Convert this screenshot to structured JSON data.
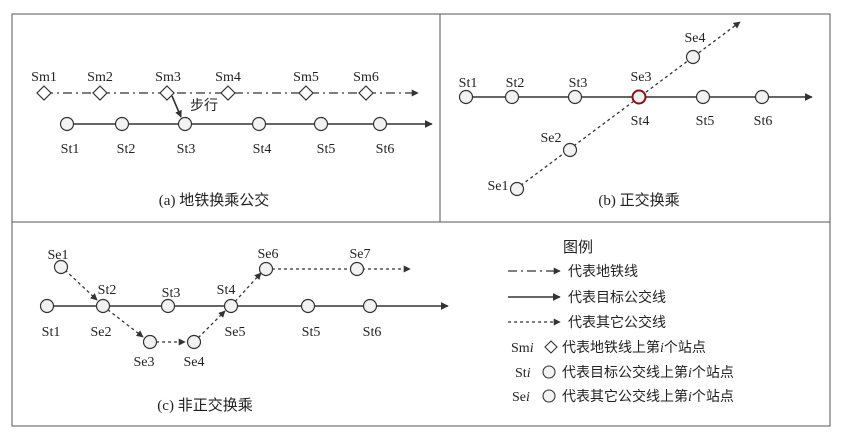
{
  "panel_a": {
    "caption": "(a) 地铁换乘公交",
    "metro_stations": [
      "Sm1",
      "Sm2",
      "Sm3",
      "Sm4",
      "Sm5",
      "Sm6"
    ],
    "bus_stations": [
      "St1",
      "St2",
      "St3",
      "St4",
      "St5",
      "St6"
    ],
    "walk_label": "步行"
  },
  "panel_b": {
    "caption": "(b) 正交换乘",
    "target_stations": [
      "St1",
      "St2",
      "St3",
      "St4",
      "St5",
      "St6"
    ],
    "other_stations": [
      "Se1",
      "Se2",
      "Se3",
      "Se4"
    ]
  },
  "panel_c": {
    "caption": "(c) 非正交换乘",
    "target_stations": [
      "St1",
      "St2",
      "St3",
      "St4",
      "St5",
      "St6"
    ],
    "other_stations": [
      "Se1",
      "Se2",
      "Se3",
      "Se4",
      "Se5",
      "Se6",
      "Se7"
    ]
  },
  "legend": {
    "title": "图例",
    "metro_line": "代表地铁线",
    "target_line": "代表目标公交线",
    "other_line": "代表其它公交线",
    "metro_station_prefix": "Sm",
    "metro_station_index": "i",
    "metro_station_desc_1": "代表地铁线上第",
    "metro_station_desc_2": "个站点",
    "target_station_prefix": "St",
    "target_station_index": "i",
    "target_station_desc_1": "代表目标公交线上第",
    "target_station_desc_2": "个站点",
    "other_station_prefix": "Se",
    "other_station_index": "i",
    "other_station_desc_1": "代表其它公交线上第",
    "other_station_desc_2": "个站点"
  },
  "colors": {
    "line": "#333333",
    "station_fill": "#f2f2f2",
    "highlight": "#8b1010",
    "frame": "#555555"
  }
}
